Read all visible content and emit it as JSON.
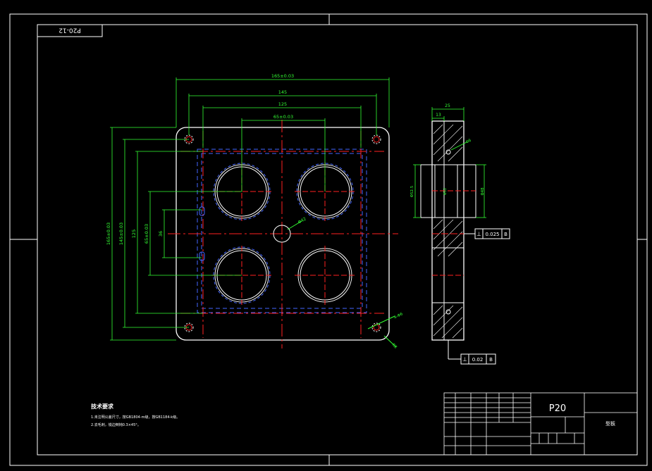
{
  "drawing_code": "P20-12",
  "title_block": {
    "part_name": "P20",
    "name_right": "型板"
  },
  "dimensions": {
    "top_overall": "165±0.03",
    "top_145": "145",
    "top_125": "125",
    "top_65": "65±0.03",
    "left_overall": "165±0.03",
    "left_145": "145±0.03",
    "left_125": "125",
    "left_65": "65±0.03",
    "left_36": "36",
    "center_hole": "Φ42",
    "side_width": "25",
    "side_13": "13",
    "side_bore_left": "Φ52.5",
    "side_bore_right": "Φ48",
    "side_hole": "Φ6",
    "side_mid": "Φ52",
    "corner_note": "4-Φ6",
    "corner_r": "R8"
  },
  "tolerances": {
    "perpendicular": {
      "symbol": "⊥",
      "value": "0.025",
      "datum": "B"
    },
    "parallel": {
      "symbol": "⊥",
      "value": "0.02",
      "datum": "B"
    }
  },
  "notes": {
    "heading": "技术要求",
    "line1": "1.未注明公差尺寸，按GB1804-m级，按GB1184-k级。",
    "line2": "2.去毛刺，锐边倒钝0.3×45°。"
  },
  "colors": {
    "line": "#ffffff",
    "dim": "#33ff33",
    "center": "#ff2020",
    "hidden": "#4466ff"
  }
}
